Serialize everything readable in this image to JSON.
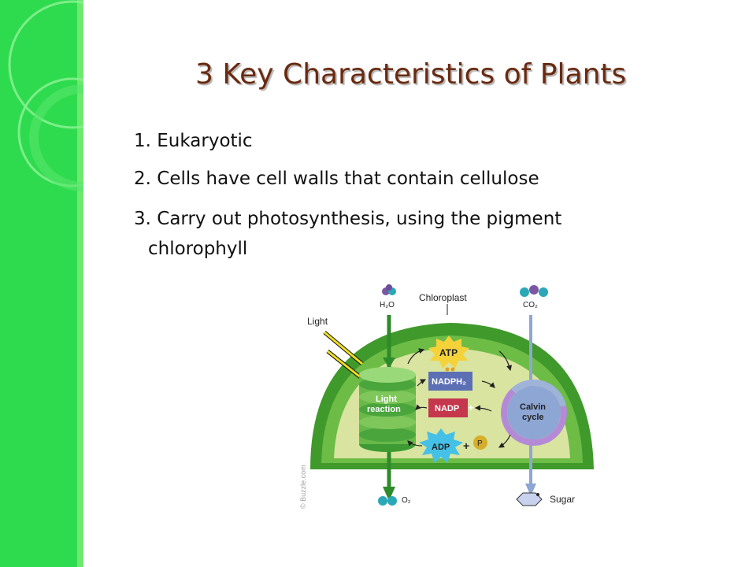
{
  "slide": {
    "title": "3 Key Characteristics of Plants",
    "points": [
      "1. Eukaryotic",
      "2. Cells have cell walls that contain cellulose",
      "3. Carry out photosynthesis, using the pigment",
      "chlorophyll"
    ]
  },
  "diagram": {
    "h2o": "H₂O",
    "chloroplast": "Chloroplast",
    "co2": "CO₂",
    "light": "Light",
    "atp": "ATP",
    "nadph2": "NADPH₂",
    "nadp": "NADP",
    "light_reaction_1": "Light",
    "light_reaction_2": "reaction",
    "calvin_1": "Calvin",
    "calvin_2": "cycle",
    "adp": "ADP",
    "p": "P",
    "plus": "+",
    "o2": "O₂",
    "sugar": "Sugar",
    "credit": "© Buzzle.com"
  },
  "colors": {
    "band_green": "#2edb4f",
    "title_brown": "#6a2a10",
    "chloroplast_dark": "#3f9a2b",
    "chloroplast_light": "#d8e4a0"
  }
}
